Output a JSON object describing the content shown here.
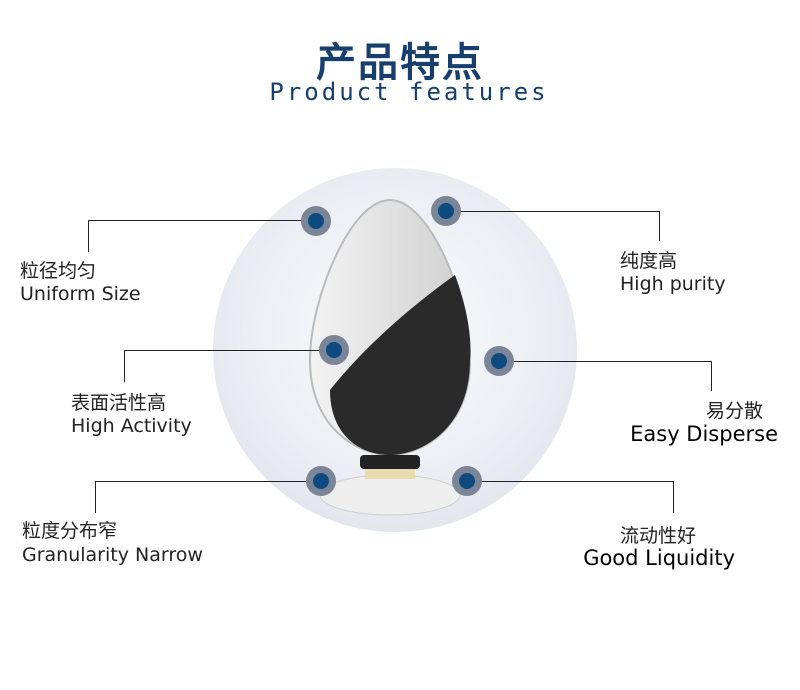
{
  "header": {
    "title_cn": "产品特点",
    "title_en": "Product features"
  },
  "colors": {
    "title": "#163f6d",
    "dot_inner": "#0d4a80",
    "dot_ring": "#7a8597"
  },
  "features": [
    {
      "cn": "粒径均匀",
      "en": "Uniform Size"
    },
    {
      "cn": "纯度高",
      "en": "High purity"
    },
    {
      "cn": "表面活性高",
      "en": "High Activity"
    },
    {
      "cn": "易分散",
      "en": "Easy Disperse"
    },
    {
      "cn": "粒度分布窄",
      "en": "Granularity Narrow"
    },
    {
      "cn": "流动性好",
      "en": "Good Liquidity"
    }
  ]
}
